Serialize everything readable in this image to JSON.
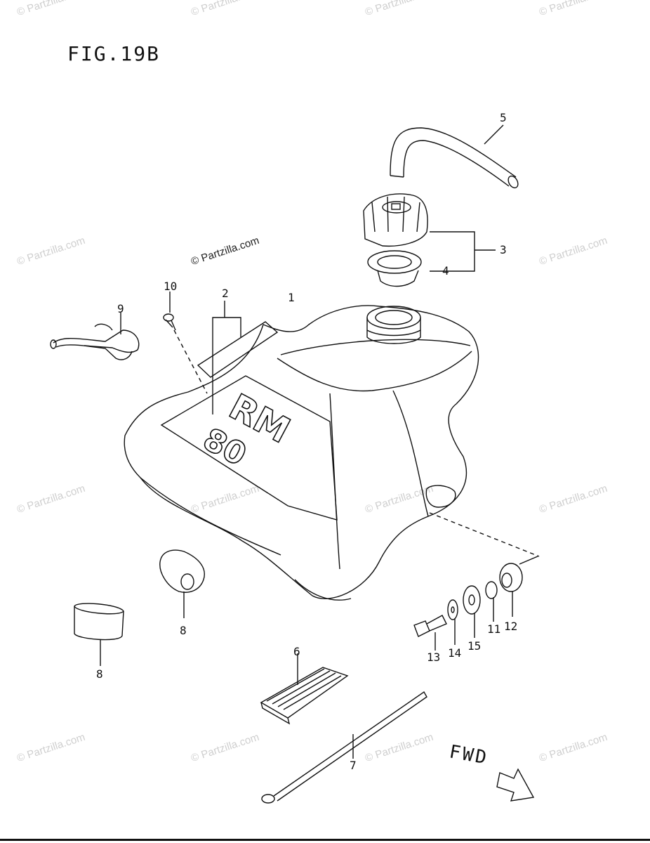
{
  "figure": {
    "title": "FIG.19B"
  },
  "watermark": {
    "text": "© Partzilla.com"
  },
  "direction_label": "FWD",
  "tank_emblem": {
    "text_top": "RM",
    "text_bottom": "80"
  },
  "callouts": [
    {
      "id": "c1",
      "label": "1"
    },
    {
      "id": "c2",
      "label": "2"
    },
    {
      "id": "c3",
      "label": "3"
    },
    {
      "id": "c4",
      "label": "4"
    },
    {
      "id": "c5",
      "label": "5"
    },
    {
      "id": "c6",
      "label": "6"
    },
    {
      "id": "c7",
      "label": "7"
    },
    {
      "id": "c8a",
      "label": "8"
    },
    {
      "id": "c8b",
      "label": "8"
    },
    {
      "id": "c9",
      "label": "9"
    },
    {
      "id": "c10",
      "label": "10"
    },
    {
      "id": "c11",
      "label": "11"
    },
    {
      "id": "c12",
      "label": "12"
    },
    {
      "id": "c13",
      "label": "13"
    },
    {
      "id": "c14",
      "label": "14"
    },
    {
      "id": "c15",
      "label": "15"
    }
  ]
}
